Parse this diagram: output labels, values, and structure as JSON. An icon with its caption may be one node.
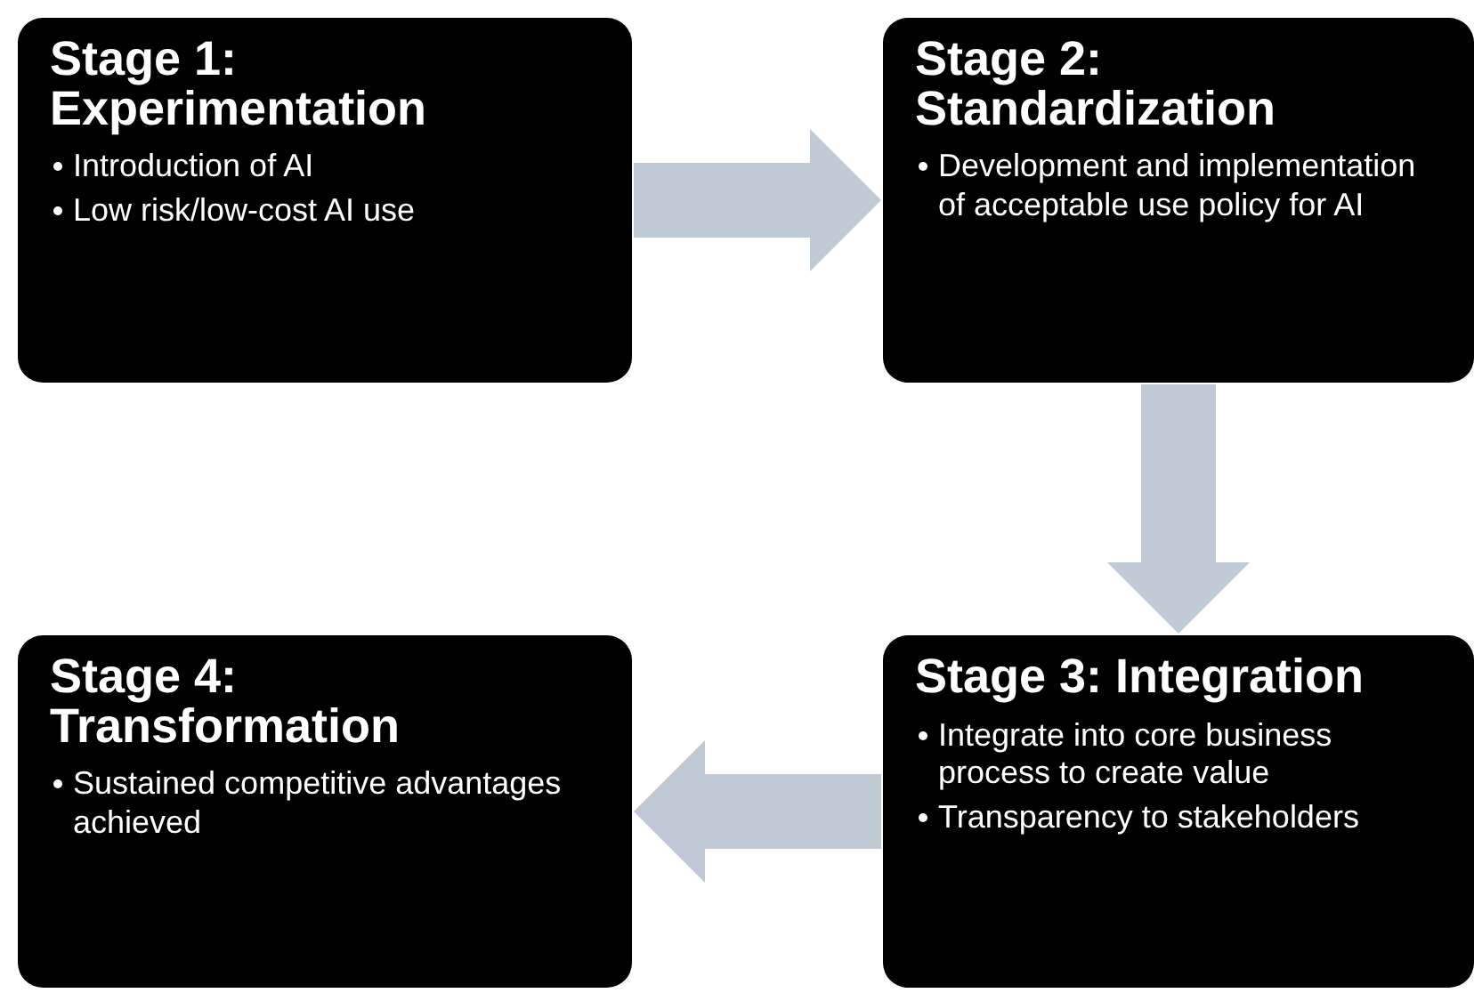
{
  "diagram": {
    "nodes": [
      {
        "text": [
          "Stage 1: Experimentation",
          "Introduction of AI",
          "Low risk/low-cost AI use"
        ]
      },
      {
        "text": [
          "Stage 2: Standardization",
          "Development and implementation of acceptable use policy for AI"
        ]
      },
      {
        "text": [
          "Stage 3: Integration",
          "Integrate into core business process to create value",
          "Transparency to stakeholders"
        ]
      },
      {
        "text": [
          "Stage 4: Transformation",
          "Sustained competitive advantages achieved"
        ]
      }
    ],
    "edges": [
      {
        "from": 0,
        "to": 1,
        "arrow": "to"
      },
      {
        "from": 1,
        "to": 2,
        "arrow": "to"
      },
      {
        "from": 2,
        "to": 3,
        "arrow": "to"
      }
    ]
  }
}
